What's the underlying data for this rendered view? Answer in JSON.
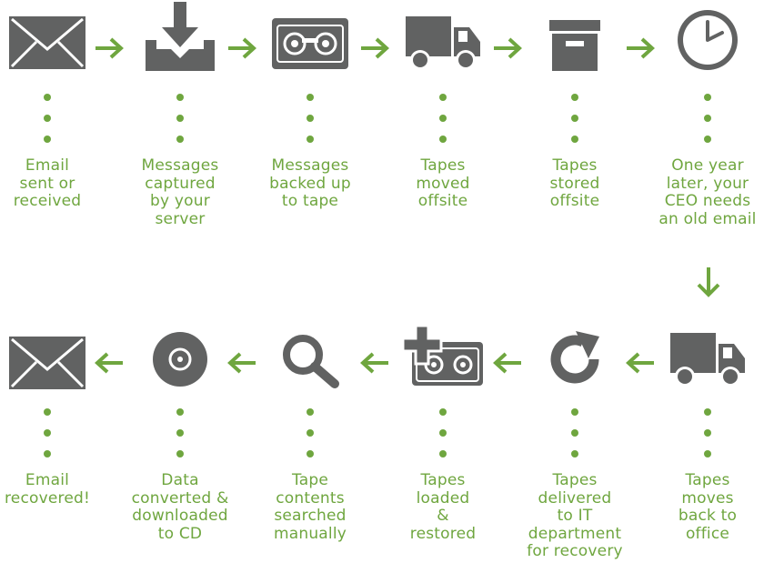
{
  "colors": {
    "icon": "#616262",
    "accent": "#6fa63f"
  },
  "steps": [
    {
      "icon": "envelope-icon",
      "label": "Email\nsent or\nreceived"
    },
    {
      "icon": "inbox-download-icon",
      "label": "Messages\ncaptured\nby your\nserver"
    },
    {
      "icon": "tape-cassette-icon",
      "label": "Messages\nbacked up\nto tape"
    },
    {
      "icon": "truck-icon",
      "label": "Tapes\nmoved\noffsite"
    },
    {
      "icon": "archive-box-icon",
      "label": "Tapes\nstored\noffsite"
    },
    {
      "icon": "clock-icon",
      "label": "One year\nlater, your\nCEO needs\nan old email"
    },
    {
      "icon": "truck-icon",
      "label": "Tapes\nmoves\nback to\noffice"
    },
    {
      "icon": "refresh-icon",
      "label": "Tapes\ndelivered\nto IT\ndepartment\nfor recovery"
    },
    {
      "icon": "tape-restore-icon",
      "label": "Tapes\nloaded\n&\nrestored"
    },
    {
      "icon": "magnifier-icon",
      "label": "Tape\ncontents\nsearched\nmanually"
    },
    {
      "icon": "cd-disc-icon",
      "label": "Data\nconverted &\ndownloaded\nto CD"
    },
    {
      "icon": "envelope-icon",
      "label": "Email\nrecovered!"
    }
  ]
}
